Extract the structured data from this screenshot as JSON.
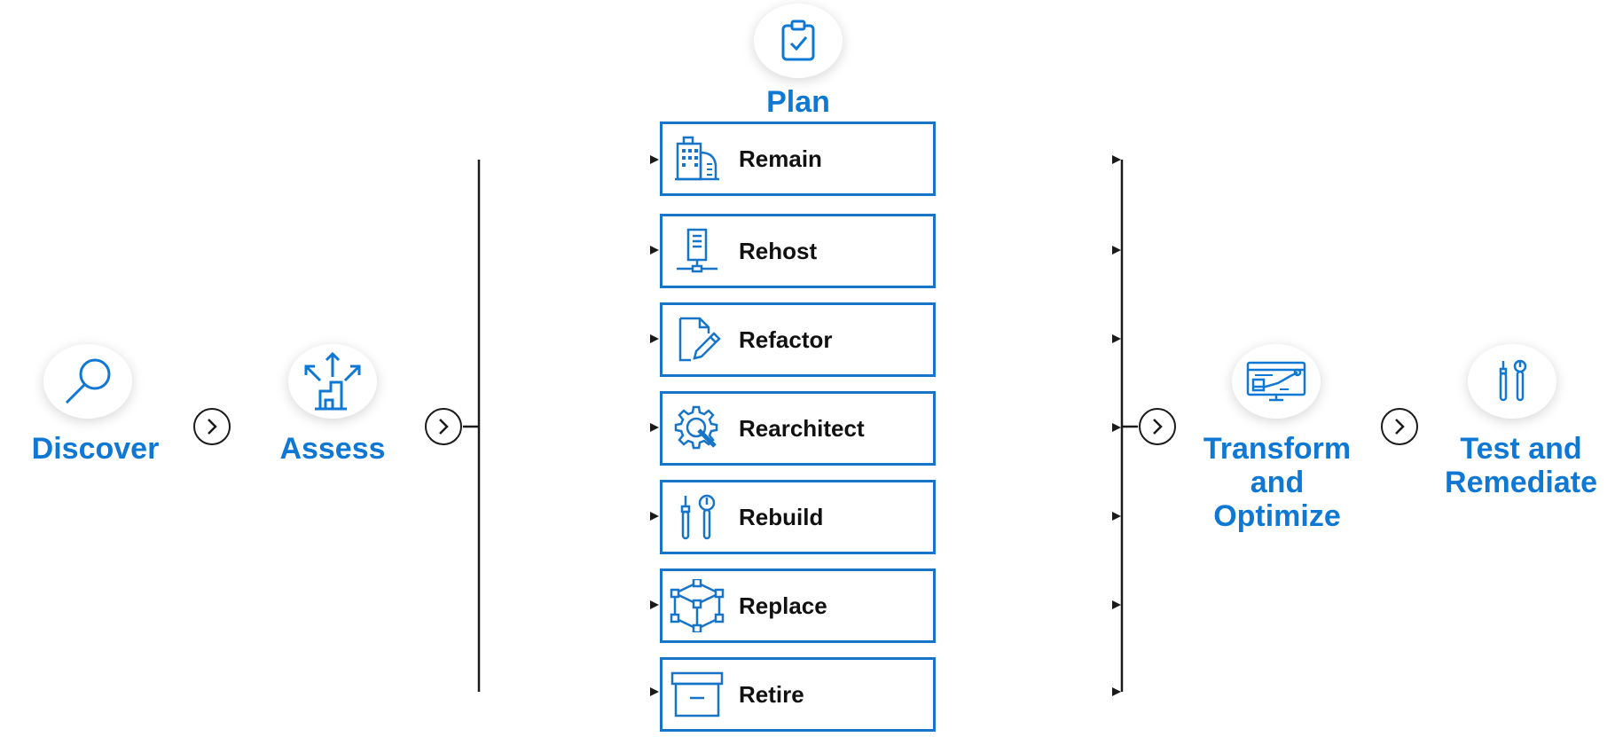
{
  "stages": {
    "discover": "Discover",
    "assess": "Assess",
    "plan": "Plan",
    "transform": [
      "Transform",
      "and",
      "Optimize"
    ],
    "test": [
      "Test and",
      "Remediate"
    ]
  },
  "options": [
    {
      "label": "Remain",
      "icon": "buildings-icon"
    },
    {
      "label": "Rehost",
      "icon": "server-network-icon"
    },
    {
      "label": "Refactor",
      "icon": "document-edit-icon"
    },
    {
      "label": "Rearchitect",
      "icon": "gear-wrench-icon"
    },
    {
      "label": "Rebuild",
      "icon": "tools-icon"
    },
    {
      "label": "Replace",
      "icon": "cube-icon"
    },
    {
      "label": "Retire",
      "icon": "archive-box-icon"
    }
  ],
  "colors": {
    "accent": "#0f78d4",
    "box_border": "#1675c8",
    "line": "#1a1a1a"
  }
}
